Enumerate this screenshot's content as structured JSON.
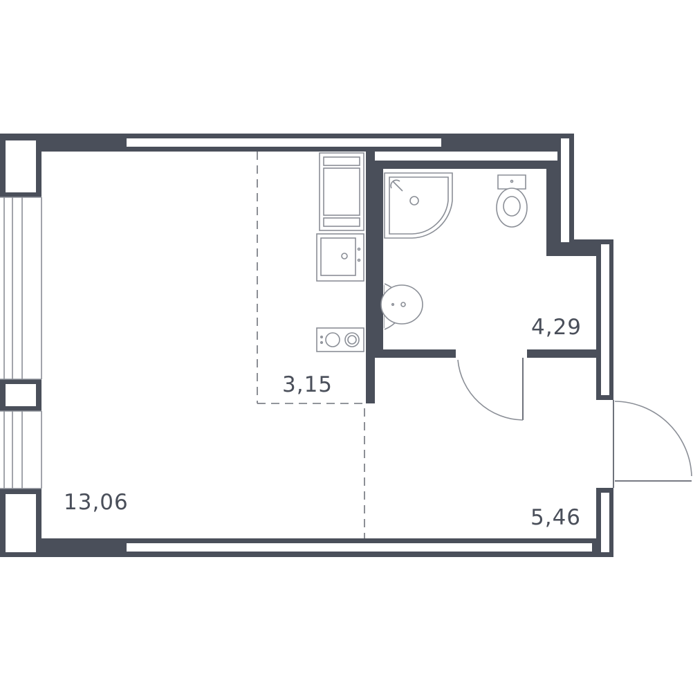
{
  "rooms": [
    {
      "id": "living-room",
      "area": "13,06"
    },
    {
      "id": "kitchen",
      "area": "3,15"
    },
    {
      "id": "bathroom",
      "area": "4,29"
    },
    {
      "id": "hallway",
      "area": "5,46"
    }
  ],
  "colors": {
    "wall": "#4a4f5a",
    "fixture_line": "#8a8e96",
    "zone_dash": "#6f737b",
    "background": "#ffffff"
  },
  "icons": [
    "window",
    "door-swing",
    "stove",
    "kitchen-sink",
    "washing-machine",
    "shower-tray",
    "toilet",
    "washbasin"
  ]
}
